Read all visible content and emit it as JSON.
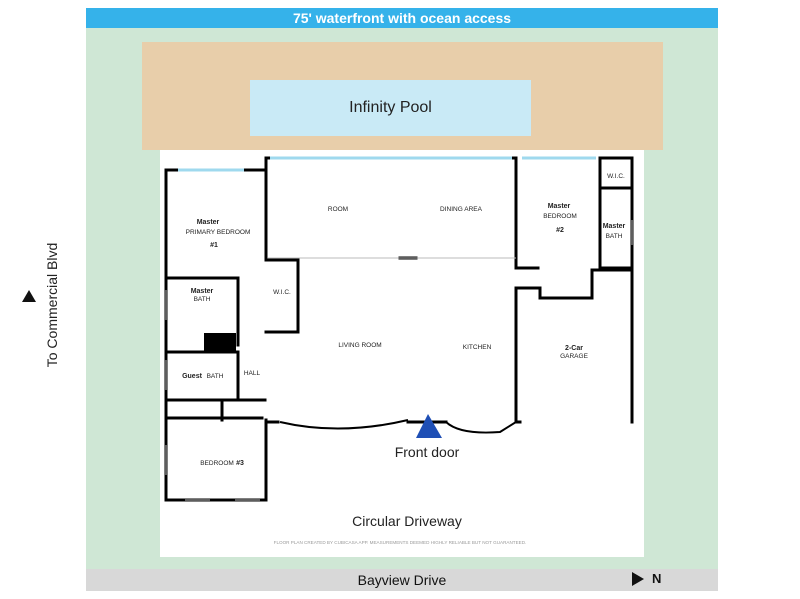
{
  "banner": {
    "text": "75' waterfront with ocean access"
  },
  "pool": {
    "label": "Infinity Pool"
  },
  "road": {
    "label": "Bayview Drive"
  },
  "side_road": {
    "label": "To Commercial Blvd"
  },
  "north": {
    "label": "N"
  },
  "colors": {
    "water": "#35b2ea",
    "lawn": "#cfe7d5",
    "deck": "#e8ceaa",
    "pool": "#c9eaf6",
    "road": "#d8d8d8",
    "wall": "#000000",
    "door_marker": "#1f4fb5"
  },
  "rooms": {
    "master_bed": {
      "line1": "Master",
      "line2": "PRIMARY BEDROOM",
      "line3": "#1"
    },
    "master_bath": {
      "line1": "Master",
      "line2": "BATH"
    },
    "wic_left": {
      "label": "W.I.C."
    },
    "guest_bath": {
      "line1": "Guest",
      "line2": "BATH"
    },
    "hall": {
      "label": "HALL"
    },
    "bedroom3": {
      "line1": "BEDROOM",
      "line2": "#3"
    },
    "room": {
      "label": "ROOM"
    },
    "dining": {
      "label": "DINING AREA"
    },
    "living": {
      "label": "LIVING ROOM"
    },
    "kitchen": {
      "label": "KITCHEN"
    },
    "master_bed2": {
      "line1": "Master",
      "line2": "BEDROOM",
      "line3": "#2"
    },
    "wic_right": {
      "label": "W.I.C."
    },
    "master_bath2": {
      "line1": "Master",
      "line2": "BATH"
    },
    "garage": {
      "line1": "2-Car",
      "line2": "GARAGE"
    }
  },
  "front_door": {
    "label": "Front door"
  },
  "driveway": {
    "label": "Circular Driveway"
  },
  "disclaimer": {
    "text": "FLOOR PLAN CREATED BY CUBICASA APP. MEASUREMENTS DEEMED HIGHLY RELIABLE BUT NOT GUARANTEED."
  }
}
